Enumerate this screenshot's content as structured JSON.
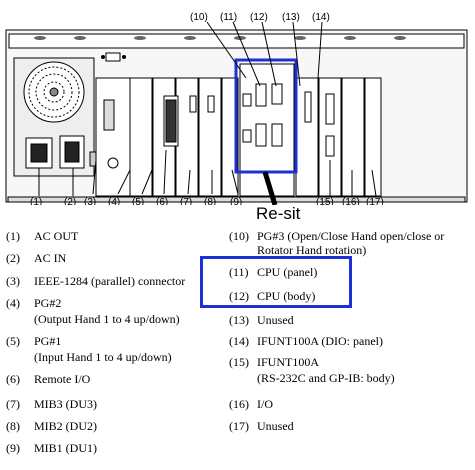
{
  "callouts_top": [
    "(10)",
    "(11)",
    "(12)",
    "(13)",
    "(14)"
  ],
  "callouts_bottom_left": [
    "(1)",
    "(2)",
    "(3)",
    "(4)",
    "(5)",
    "(6)",
    "(7)",
    "(8)",
    "(9)"
  ],
  "callouts_bottom_right": [
    "(15)",
    "(16)",
    "(17)"
  ],
  "annotation": {
    "resit": "Re-sit",
    "highlight_color": "#1f2fd6"
  },
  "legend_left": [
    {
      "num": "(1)",
      "text": "AC OUT"
    },
    {
      "num": "(2)",
      "text": "AC IN"
    },
    {
      "num": "(3)",
      "text": "IEEE-1284 (parallel) connector"
    },
    {
      "num": "(4)",
      "text": "PG#2",
      "sub": "(Output Hand 1 to 4 up/down)"
    },
    {
      "num": "(5)",
      "text": "PG#1",
      "sub": "(Input Hand 1 to 4 up/down)"
    },
    {
      "num": "(6)",
      "text": "Remote I/O"
    },
    {
      "num": "(7)",
      "text": "MIB3 (DU3)"
    },
    {
      "num": "(8)",
      "text": "MIB2 (DU2)"
    },
    {
      "num": "(9)",
      "text": "MIB1 (DU1)"
    }
  ],
  "legend_right": [
    {
      "num": "(10)",
      "text": "PG#3 (Open/Close Hand open/close or",
      "sub": "Rotator Hand rotation)"
    },
    {
      "num": "(11)",
      "text": "CPU (panel)"
    },
    {
      "num": "(12)",
      "text": "CPU (body)"
    },
    {
      "num": "(13)",
      "text": "Unused"
    },
    {
      "num": "(14)",
      "text": "IFUNT100A (DIO: panel)"
    },
    {
      "num": "(15)",
      "text": "IFUNT100A",
      "sub": "(RS-232C and GP-IB: body)"
    },
    {
      "num": "(16)",
      "text": "I/O"
    },
    {
      "num": "(17)",
      "text": "Unused"
    }
  ]
}
